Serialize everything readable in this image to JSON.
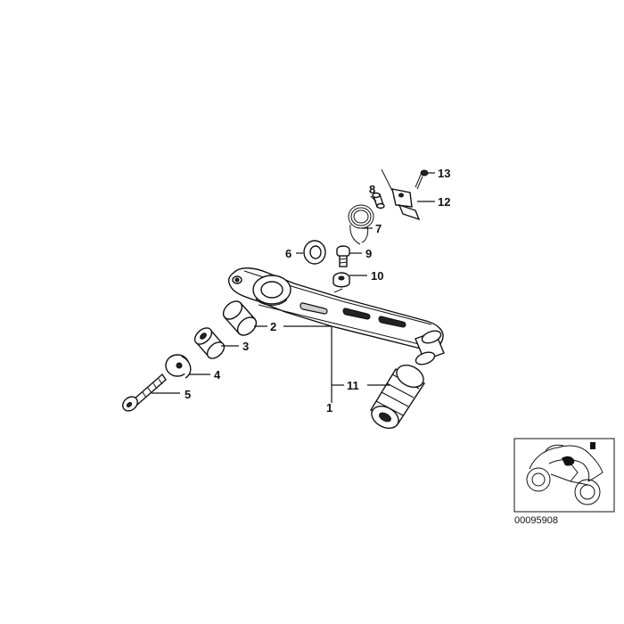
{
  "diagram": {
    "callouts": [
      {
        "id": "1",
        "label": "1"
      },
      {
        "id": "2",
        "label": "2"
      },
      {
        "id": "3",
        "label": "3"
      },
      {
        "id": "4",
        "label": "4"
      },
      {
        "id": "5",
        "label": "5"
      },
      {
        "id": "6",
        "label": "6"
      },
      {
        "id": "7",
        "label": "7"
      },
      {
        "id": "8",
        "label": "8"
      },
      {
        "id": "9",
        "label": "9"
      },
      {
        "id": "10",
        "label": "10"
      },
      {
        "id": "11",
        "label": "11"
      },
      {
        "id": "12",
        "label": "12"
      },
      {
        "id": "13",
        "label": "13"
      }
    ],
    "image_code": "00095908"
  }
}
